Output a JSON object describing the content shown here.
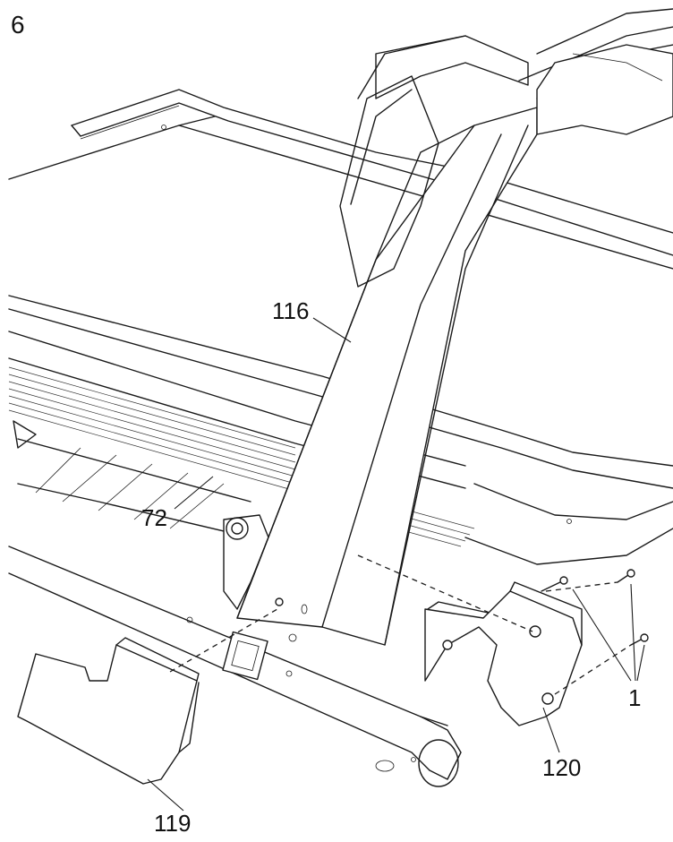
{
  "step": {
    "number": "6"
  },
  "callouts": {
    "part_116": "116",
    "part_72": "72",
    "part_119": "119",
    "part_120": "120",
    "part_1": "1"
  }
}
